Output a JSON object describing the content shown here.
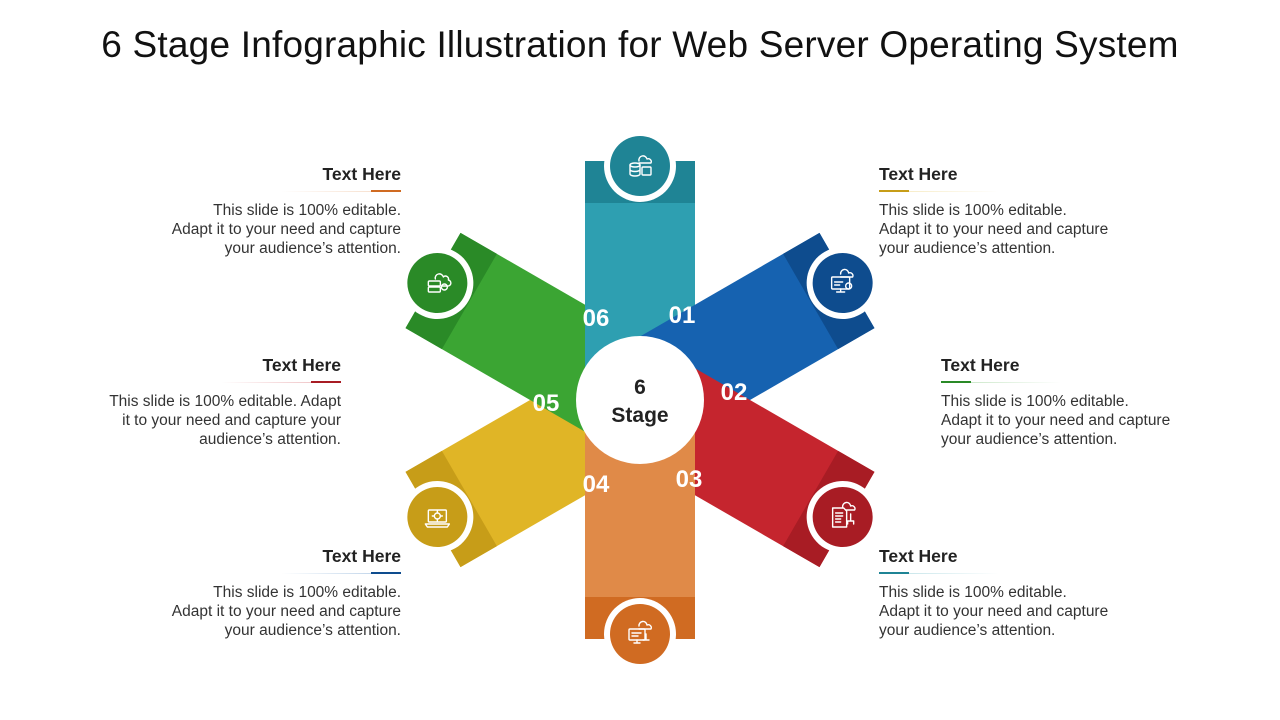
{
  "title": "6 Stage Infographic Illustration for Web Server Operating System",
  "center": {
    "line1": "6",
    "line2": "Stage"
  },
  "stages": [
    {
      "number": "01",
      "heading": "Text Here",
      "body": "This slide is 100% editable.\nAdapt it to your need and capture\nyour audience’s attention.",
      "color": "#E0B526",
      "dark": "#C79D18",
      "icon": "laptop-settings-icon"
    },
    {
      "number": "02",
      "heading": "Text Here",
      "body": "This slide is 100% editable.\nAdapt it to your need and capture\nyour audience’s attention.",
      "color": "#3BA533",
      "dark": "#2A8A27",
      "icon": "server-cloud-icon"
    },
    {
      "number": "03",
      "heading": "Text Here",
      "body": "This slide is 100% editable.\nAdapt it to your need and capture\nyour audience’s attention.",
      "color": "#2E9FB1",
      "dark": "#1F8495",
      "icon": "database-cloud-icon"
    },
    {
      "number": "04",
      "heading": "Text Here",
      "body": "This slide is 100% editable.\nAdapt it to your need and capture\nyour audience’s attention.",
      "color": "#1662B0",
      "dark": "#0E4C8E",
      "icon": "monitor-cloud-icon"
    },
    {
      "number": "05",
      "heading": "Text Here",
      "body": "This slide is 100% editable. Adapt\nit to your need and capture your\naudience’s attention.",
      "color": "#C5252E",
      "dark": "#A81C24",
      "icon": "document-network-icon"
    },
    {
      "number": "06",
      "heading": "Text Here",
      "body": "This slide is 100% editable.\nAdapt it to your need and capture\nyour audience’s attention.",
      "color": "#E08A48",
      "dark": "#D06B22",
      "icon": "computer-cloud-icon"
    }
  ]
}
